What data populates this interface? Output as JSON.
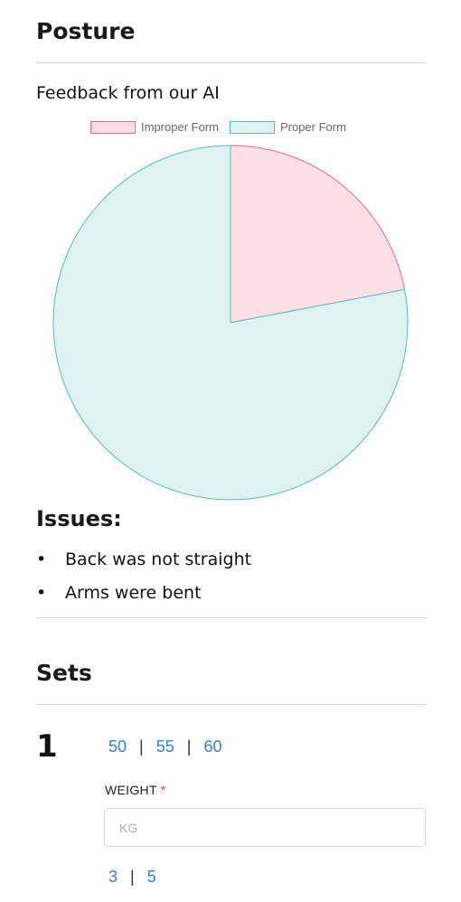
{
  "posture": {
    "title": "Posture",
    "feedback_label": "Feedback from our AI"
  },
  "chart_data": {
    "type": "pie",
    "series": [
      {
        "name": "Improper Form",
        "value": 22,
        "color": "#ff6384",
        "fill": "#fde0e6"
      },
      {
        "name": "Proper Form",
        "value": 78,
        "color": "#4bc0c0",
        "fill": "#dff1f1"
      }
    ],
    "legend": "top"
  },
  "issues": {
    "title": "Issues:",
    "items": [
      "Back was not straight",
      "Arms were bent"
    ]
  },
  "sets": {
    "title": "Sets",
    "set_number": "1",
    "weight_options": [
      "50",
      "55",
      "60"
    ],
    "weight_label": "WEIGHT",
    "required_marker": "*",
    "weight_placeholder": "KG",
    "rep_options": [
      "3",
      "5"
    ]
  }
}
